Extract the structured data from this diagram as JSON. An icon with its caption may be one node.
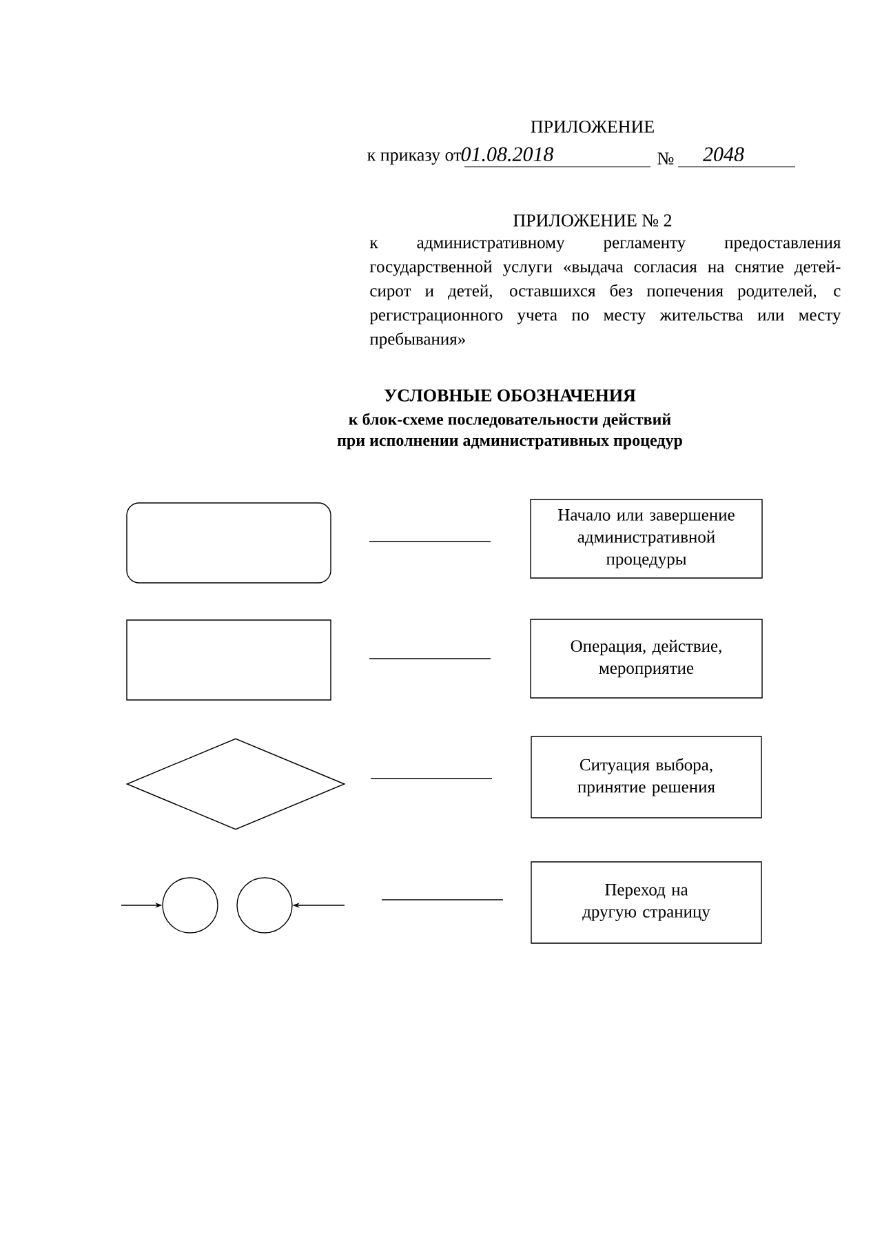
{
  "diagram": {
    "title": "УСЛОВНЫЕ ОБОЗНАЧЕНИЯ",
    "nodes": [
      {
        "text": [],
        "shape": "box"
      },
      {
        "text": [
          "Начало или завершение административной процедуры"
        ]
      },
      {
        "text": [],
        "shape": "box"
      },
      {
        "text": [
          "Операция, действие, мероприятие"
        ]
      },
      {
        "text": [],
        "shape": "diamond"
      },
      {
        "text": [
          "Ситуация выбора, принятие решения"
        ]
      },
      {
        "text": [],
        "shape": "circle"
      },
      {
        "text": [],
        "shape": "circle"
      },
      {
        "text": [
          "Переход на другую страницу"
        ]
      }
    ],
    "edges": [
      {
        "from": null,
        "to": 6,
        "arrow": "to"
      },
      {
        "from": null,
        "to": 7,
        "arrow": "to"
      }
    ],
    "labels": [
      "ПРИЛОЖЕНИЕ",
      "к приказу от",
      "01.08.2018",
      "№",
      "2048",
      "ПРИЛОЖЕНИЕ № 2",
      "к административному регламенту предоставления государственной услуги «выдача согласия на снятие детей-сирот и детей, оставшихся без попечения родителей, с регистрационного учета по месту жительства или месту пребывания»",
      "к блок-схеме последовательности действий",
      "при исполнении административных процедур"
    ]
  }
}
